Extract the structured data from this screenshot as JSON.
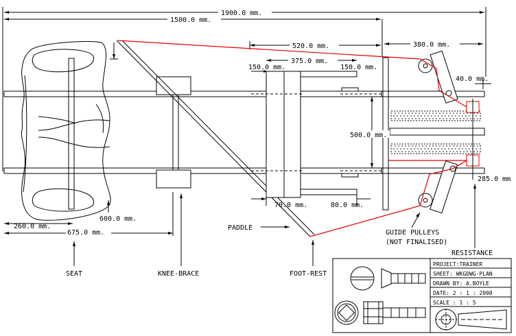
{
  "dimensions": {
    "overall": "1900.0 mm.",
    "frame": "1500.0 mm.",
    "mid": "520.0 mm.",
    "rear": "380.0 mm.",
    "roller": "375.0 mm.",
    "left_pad": "150.0 mm.",
    "right_pad": "150.0 mm.",
    "pulley": "40.0 mm.",
    "width": "500.0 mm.",
    "axle": "285.0 mm",
    "seat_depth": "600.0 mm.",
    "seat_front": "260.0 mm.",
    "seat_to_brace": "675.0 mm.",
    "low_left": "70.0 mm.",
    "low_right": "80.0 mm."
  },
  "labels": {
    "paddle": "PADDLE",
    "guide_pulleys": "GUIDE PULLEYS",
    "not_finalised": "(NOT FINALISED)",
    "resistance": "RESISTANCE",
    "seat": "SEAT",
    "knee_brace": "KNEE-BRACE",
    "foot_rest": "FOOT-REST"
  },
  "title_block": {
    "project": "PROJECT:TRAINER",
    "sheet": "SHEET: WKGDWG-PLAN",
    "drawn_by": "DRAWN BY: A.BOYLE",
    "date": "DATE: 2 : 1 : 2000",
    "scale": "SCALE  :  1 : 5"
  },
  "colors": {
    "line": "#000000",
    "cable": "#e00000"
  },
  "icons": [
    "countersunk-screw-icon",
    "socket-cap-screw-icon",
    "hex-socket-head-icon",
    "centre-mark-icon",
    "taper-pin-icon"
  ]
}
